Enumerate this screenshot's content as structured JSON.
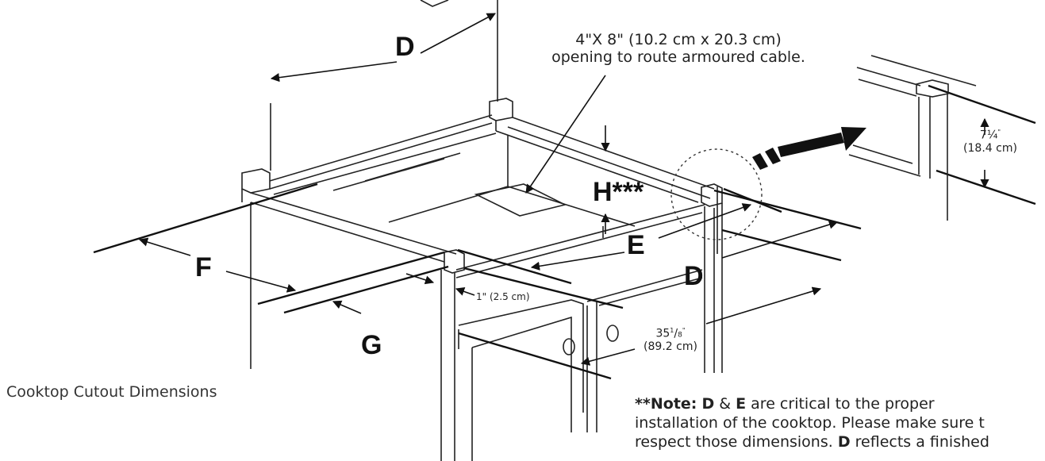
{
  "labels": {
    "d_top": "D",
    "d_right": "D",
    "e": "E",
    "f": "F",
    "g": "G",
    "h": "H***"
  },
  "opening_note": {
    "line1": "4\"X 8\" (10.2 cm x 20.3 cm)",
    "line2": "opening to route armoured cable."
  },
  "depth_detail": {
    "whole": "7¼",
    "inch": "\"",
    "metric": "(18.4 cm)"
  },
  "front_offset": "1\" (2.5 cm)",
  "width_dim": {
    "whole": "35",
    "frac_num": "1",
    "frac_den": "8",
    "inch": "\"",
    "metric": "(89.2 cm)"
  },
  "caption": "Cooktop Cutout Dimensions",
  "critical_note": {
    "prefix": "**Note:",
    "d": "D",
    "amp": " & ",
    "e": "E",
    "line1_rest": " are critical to the proper",
    "line2": "installation of the cooktop. Please make sure t",
    "line3_pre": "respect those dimensions. ",
    "line3_d": "D",
    "line3_rest": " reflects a finished"
  }
}
